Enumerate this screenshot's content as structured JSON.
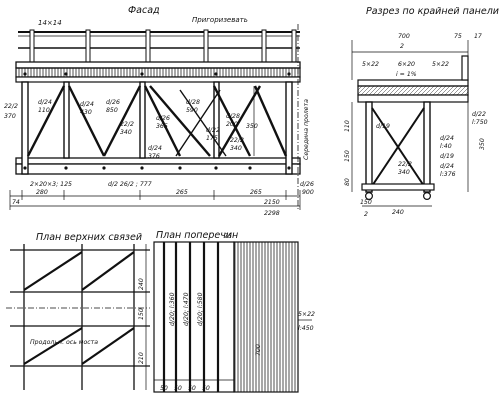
{
  "titles": {
    "facade": "Фасад",
    "section": "Разрез по крайней панели",
    "plan_top": "План верхних связей",
    "plan_cross": "План поперечин"
  },
  "facade": {
    "bolt_top": "14×14",
    "note_top": "Пригоризевать",
    "brace_a": "d/24",
    "brace_a_l": "430",
    "brace_b": "d/26",
    "brace_b_l": "850",
    "brace_c": "d/26",
    "brace_c_l": "365",
    "brace_d": "d/28",
    "brace_d_l": "590",
    "brace_e": "d/28",
    "brace_e_l": "200",
    "left_a": "22/2",
    "left_a_l": "370",
    "left_b": "d/24",
    "left_b_l": "110",
    "mid_a": "22/2",
    "mid_a_l": "340",
    "mid_b": "d/24",
    "mid_b_l": "376",
    "mid_c": "d/22",
    "mid_c_l": "175",
    "mid_d": "22/2",
    "mid_d_l": "340",
    "bottom_note": "2×20×3; 125",
    "bottom_note2": "d/2 26/2 ; 777",
    "dim_350": "350",
    "dim_74": "74",
    "dim_280": "280",
    "dim_265a": "265",
    "dim_265b": "265",
    "dim_2150": "2150",
    "dim_2298": "2298",
    "right_a": "d/26",
    "right_a_l": "900",
    "vertical_note": "Середина пролета"
  },
  "section": {
    "dim_700": "700",
    "dim_2": "2",
    "dim_75": "75",
    "dim_17": "17",
    "p1": "5×22",
    "p2": "6×20",
    "p3": "5×22",
    "slope": "i = 1%",
    "r1": "d/22",
    "r1_l": "l:750",
    "r2": "d/19",
    "r3": "d/24",
    "r3_l": "l:40",
    "r4": "d/19",
    "r5": "d/24",
    "r5_l": "l:376",
    "c1": "22/2",
    "c1_l": "340",
    "dim_350": "350",
    "dim_150a": "150",
    "dim_110": "110",
    "dim_150b": "150",
    "dim_80": "80",
    "dim_240": "240",
    "dim_2b": "2"
  },
  "plan_top": {
    "d240": "240",
    "d150": "150",
    "d210": "210",
    "axis_label": "Продольн. ось моста"
  },
  "plan_cross": {
    "d75": "75",
    "d1": "d/20; l:360",
    "d2": "d/20; l:470",
    "d3": "d/20; l:580",
    "d700": "700",
    "d5x22": "5×22",
    "d450": "l:450",
    "s1": "50",
    "s2": "50",
    "s3": "50",
    "s4": "50"
  }
}
